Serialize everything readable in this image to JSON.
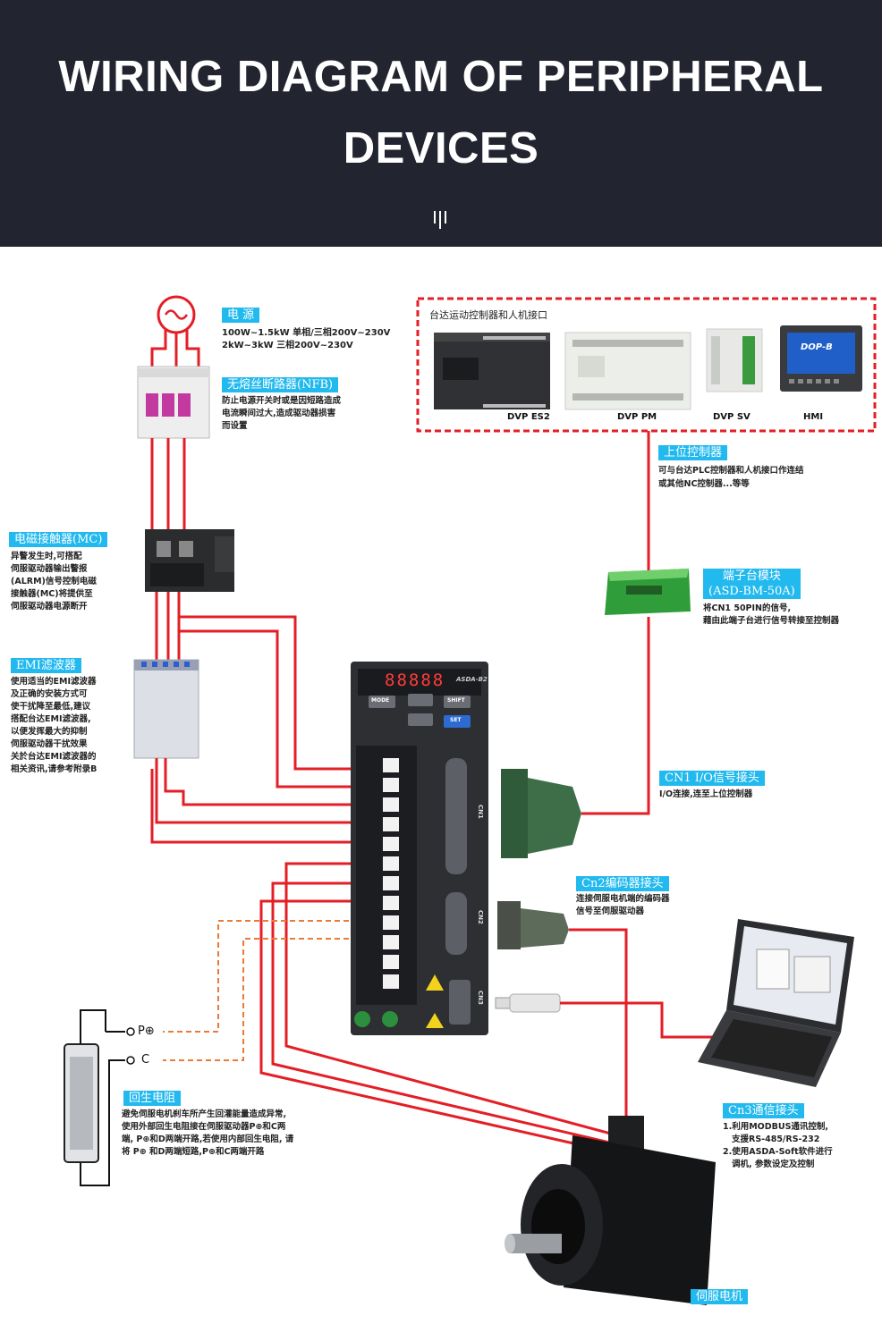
{
  "header": {
    "title_line1": "WIRING DIAGRAM OF PERIPHERAL",
    "title_line2": "DEVICES"
  },
  "power": {
    "label": "电    源",
    "line1": "100W~1.5kW    单相/三相200V~230V",
    "line2": "2kW~3kW     三相200V~230V"
  },
  "nfb": {
    "label": "无熔丝断路器(NFB)",
    "lines": [
      "防止电源开关时或是因短路造成",
      "电流瞬间过大,造成驱动器损害",
      "而设置"
    ]
  },
  "controller_group": {
    "title": "台达运动控制器和人机接口",
    "items": [
      "DVP ES2",
      "DVP PM",
      "DVP SV",
      "HMI"
    ],
    "hmi_logo": "DOP-B"
  },
  "upper_controller": {
    "label": "上位控制器",
    "lines": [
      "可与台达PLC控制器和人机接口作连结",
      "或其他NC控制器...等等"
    ]
  },
  "mc": {
    "label": "电磁接触器(MC)",
    "lines": [
      "异警发生时,可搭配",
      "伺服驱动器输出警报",
      "(ALRM)信号控制电磁",
      "接触器(MC)将提供至",
      "伺服驱动器电源断开"
    ]
  },
  "terminal_block": {
    "label_line1": "端子台模块",
    "label_line2": "(ASD-BM-50A)",
    "lines": [
      "将CN1 50PIN的信号,",
      "藉由此端子台进行信号转接至控制器"
    ]
  },
  "emi": {
    "label": "EMI滤波器",
    "lines": [
      "使用适当的EMI滤波器",
      "及正确的安装方式可",
      "使干扰降至最低,建议",
      "搭配台达EMI滤波器,",
      "以便发挥最大的抑制",
      "伺服驱动器干扰效果",
      "关於台达EMI滤波器的",
      "相关资讯,请参考附录B"
    ]
  },
  "drive": {
    "display": "88888",
    "brand": "ASDA-B2",
    "buttons": [
      "MODE",
      "SHIFT",
      "SET"
    ],
    "ports": [
      "CN1",
      "CN2",
      "CN3"
    ]
  },
  "cn1": {
    "label": "CN1 I/O信号接头",
    "lines": [
      "I/O连接,连至上位控制器"
    ]
  },
  "cn2": {
    "label": "Cn2编码器接头",
    "lines": [
      "连接伺服电机端的编码器",
      "信号至伺服驱动器"
    ]
  },
  "cn3": {
    "label": "Cn3通信接头",
    "lines": [
      "1.利用MODBUS通讯控制,",
      "支援RS-485/RS-232",
      "2.使用ASDA-Soft软件进行",
      "调机, 参数设定及控制"
    ]
  },
  "regen": {
    "label": "回生电阻",
    "terminal_p": "P⊕",
    "terminal_c": "C",
    "lines": [
      "避免伺服电机刹车所产生回灌能量造成异常,",
      "使用外部回生电阻接在伺服驱动器P⊕和C两",
      "端, P⊕和D两端开路,若使用内部回生电阻, 请",
      "将 P⊕ 和D两端短路,P⊕和C两端开路"
    ]
  },
  "motor": {
    "label": "伺服电机"
  },
  "colors": {
    "header_bg": "#22242f",
    "label_bg": "#22b9ee",
    "wire": "#e41e26",
    "dashed_wire": "#e97b3a"
  }
}
